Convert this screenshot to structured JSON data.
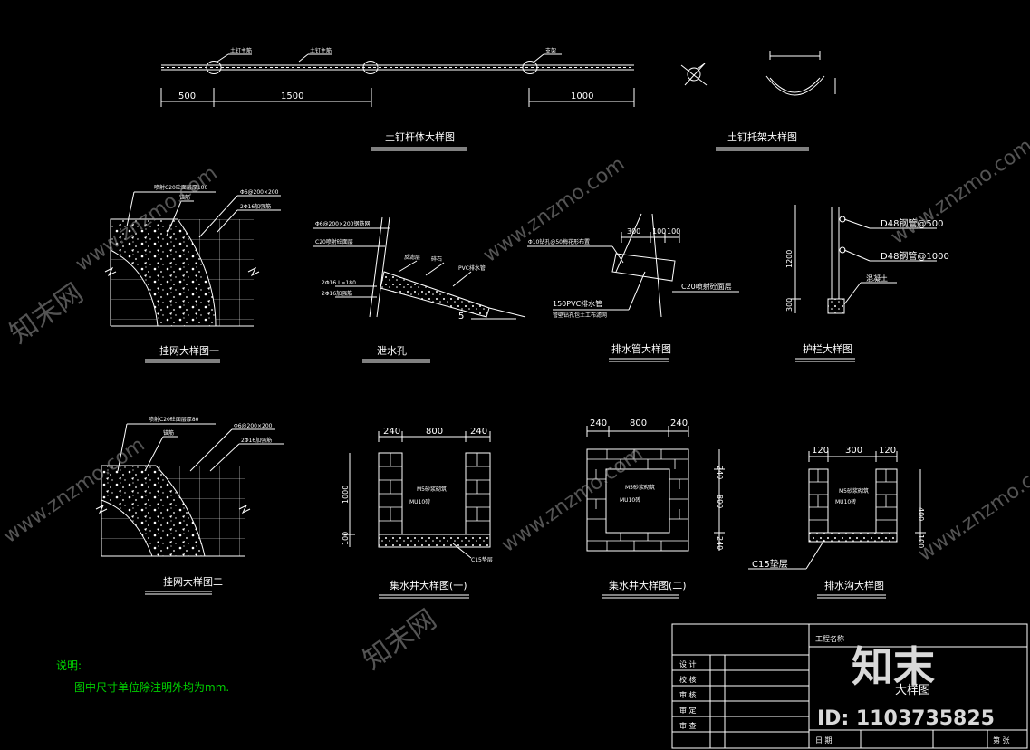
{
  "details": {
    "nail_rod": {
      "title": "土钉杆体大样图",
      "callouts": [
        "土钉主筋",
        "土钉主筋",
        "支架"
      ],
      "dims": [
        "500",
        "1500",
        "1000"
      ]
    },
    "nail_bracket": {
      "title": "土钉托架大样图"
    },
    "mesh1": {
      "title": "挂网大样图一",
      "callouts": [
        "喷射C20砼面层厚100",
        "锚筋",
        "Φ6@200×200",
        "2Φ16加强筋"
      ]
    },
    "drain_hole": {
      "title": "泄水孔",
      "callouts": [
        "Φ6@200×200钢筋网",
        "C20喷射砼面层",
        "2Φ16 L=180",
        "2Φ16加强筋",
        "反滤层",
        "碎石",
        "PVC排水管"
      ],
      "slope": "5"
    },
    "drain_pipe": {
      "title": "排水管大样图",
      "callouts": [
        "Φ10钻孔@50梅花形布置",
        "150PVC排水管",
        "管壁钻孔包土工布滤网",
        "C20喷射砼面层"
      ],
      "dims": [
        "300",
        "100",
        "100"
      ]
    },
    "railing": {
      "title": "护栏大样图",
      "callouts": [
        "D48钢管@500",
        "D48钢管@1000",
        "混凝土"
      ],
      "dims": [
        "1200",
        "300"
      ]
    },
    "mesh2": {
      "title": "挂网大样图二",
      "callouts": [
        "喷射C20砼面层厚80",
        "锚筋",
        "Φ6@200×200",
        "2Φ16加强筋"
      ]
    },
    "well1": {
      "title": "集水井大样图(一)",
      "dims": [
        "240",
        "800",
        "240",
        "1000",
        "100"
      ],
      "inner_label": "M5砂浆砌筑",
      "inner_label2": "MU10砖",
      "base_label": "C15垫层"
    },
    "well2": {
      "title": "集水井大样图(二)",
      "dims": [
        "240",
        "800",
        "240",
        "240",
        "800",
        "240"
      ],
      "inner_label": "M5砂浆砌筑",
      "inner_label2": "MU10砖"
    },
    "ditch": {
      "title": "排水沟大样图",
      "dims": [
        "120",
        "300",
        "120",
        "400",
        "100"
      ],
      "inner_label": "M5砂浆砌筑",
      "inner_label2": "MU10砖",
      "base_label": "C15垫层"
    }
  },
  "notes": {
    "heading": "说明:",
    "line1": "图中尺寸单位除注明外均为mm."
  },
  "title_block": {
    "project": "工程名称",
    "drawing_name": "大样图",
    "rows": [
      "设 计",
      "校 核",
      "审 核",
      "审 定",
      "审 查",
      "日 期"
    ],
    "sheet": "第  张"
  },
  "watermark": {
    "brand": "知末",
    "id": "ID: 1103735825",
    "site": "www.znzmo.com",
    "brand_small": "知末网"
  },
  "colors": {
    "background": "#000000",
    "lines": "#ffffff",
    "notes": "#00d000",
    "watermark": "#9a9a9a"
  }
}
